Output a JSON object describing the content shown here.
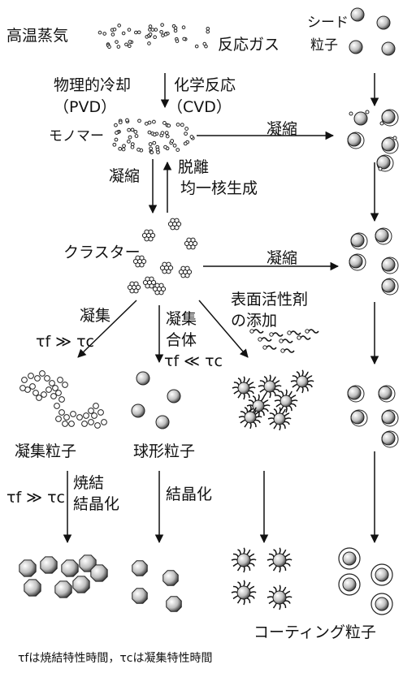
{
  "labels": {
    "vapor": "高温蒸気",
    "reaction_gas": "反応ガス",
    "seed_1": "シード",
    "seed_2": "粒子",
    "physical_cooling": "物理的冷却",
    "pvd": "（PVD）",
    "chemical_reaction": "化学反応",
    "cvd": "（CVD）",
    "monomer": "モノマー",
    "condensation_a": "凝縮",
    "condensation_b": "凝縮",
    "desorption": "脱離",
    "homogeneous_nucleation": "均一核生成",
    "cluster": "クラスター",
    "condensation_c": "凝縮",
    "surfactant_1": "表面活性剤",
    "surfactant_2": "の添加",
    "aggregation": "凝集",
    "tau_f_gg_tau_c": "τf ≫ τc",
    "aggregation_2": "凝集",
    "coalescence": "合体",
    "tau_f_ll_tau_c": "τf ≪ τc",
    "aggregated_particles": "凝集粒子",
    "spherical_particles": "球形粒子",
    "tau_f_gg_tau_c_2": "τf ≫ τc",
    "sintering": "焼結",
    "crystallization_1": "結晶化",
    "crystallization_2": "結晶化",
    "coated_particles": "コーティング粒子",
    "footnote": "τfは焼結特性時間，τcは凝集特性時間"
  },
  "colors": {
    "ink": "#111111",
    "paper": "#ffffff"
  }
}
